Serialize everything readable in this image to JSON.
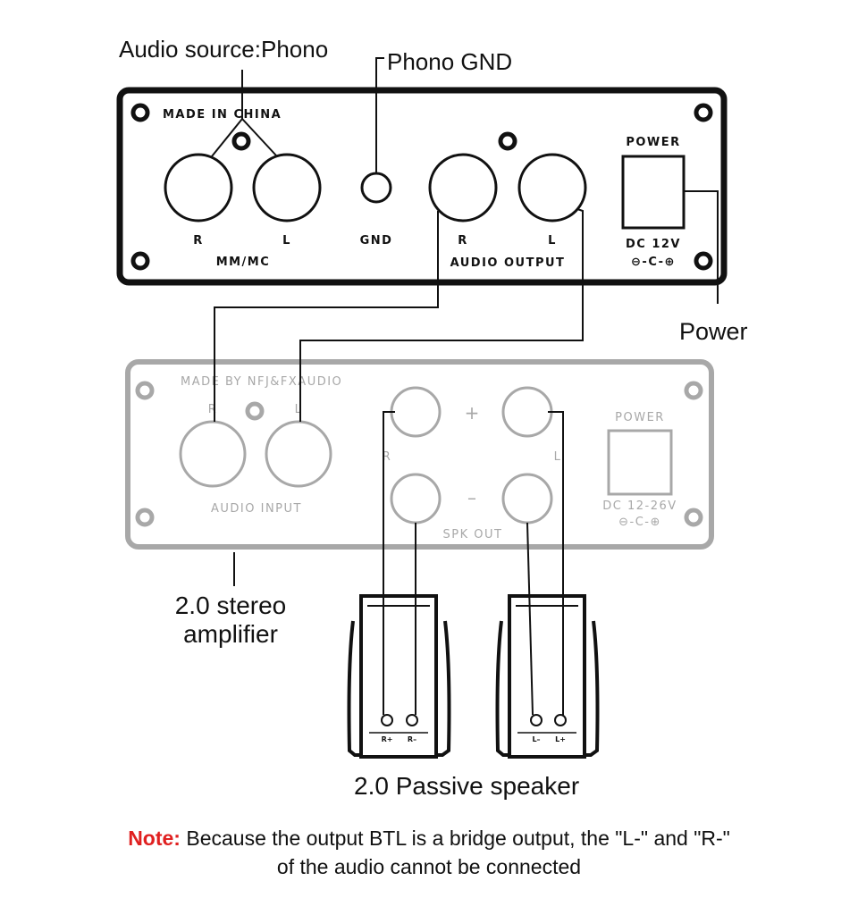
{
  "callouts": {
    "audio_source": "Audio source:Phono",
    "phono_gnd": "Phono GND",
    "power": "Power",
    "amplifier_line1": "2.0 stereo",
    "amplifier_line2": "amplifier",
    "speaker": "2.0 Passive speaker"
  },
  "preamp_panel": {
    "made_in": "MADE IN CHINA",
    "jack_r": "R",
    "jack_l": "L",
    "mm_mc": "MM/MC",
    "gnd": "GND",
    "out_r": "R",
    "out_l": "L",
    "audio_output": "AUDIO OUTPUT",
    "power": "POWER",
    "dc": "DC 12V",
    "dc_symbol": "⊖-C-⊕"
  },
  "amp_panel": {
    "made_by": "MADE BY NFJ&FXAUDIO",
    "in_r": "R",
    "in_l": "L",
    "audio_input": "AUDIO INPUT",
    "plus": "+",
    "minus": "–",
    "spk_r": "R",
    "spk_l": "L",
    "spk_out": "SPK OUT",
    "power": "POWER",
    "dc": "DC 12-26V",
    "dc_symbol": "⊖-C-⊕"
  },
  "speakers": {
    "right_pos": "R+",
    "right_neg": "R–",
    "left_neg": "L–",
    "left_pos": "L+"
  },
  "note": {
    "label": "Note:",
    "line1": " Because the output BTL is a bridge output, the \"L-\" and \"R-\"",
    "line2": "of the audio cannot be connected"
  },
  "colors": {
    "ink": "#111111",
    "faded": "#a8a8a8",
    "note_accent": "#e02020"
  }
}
